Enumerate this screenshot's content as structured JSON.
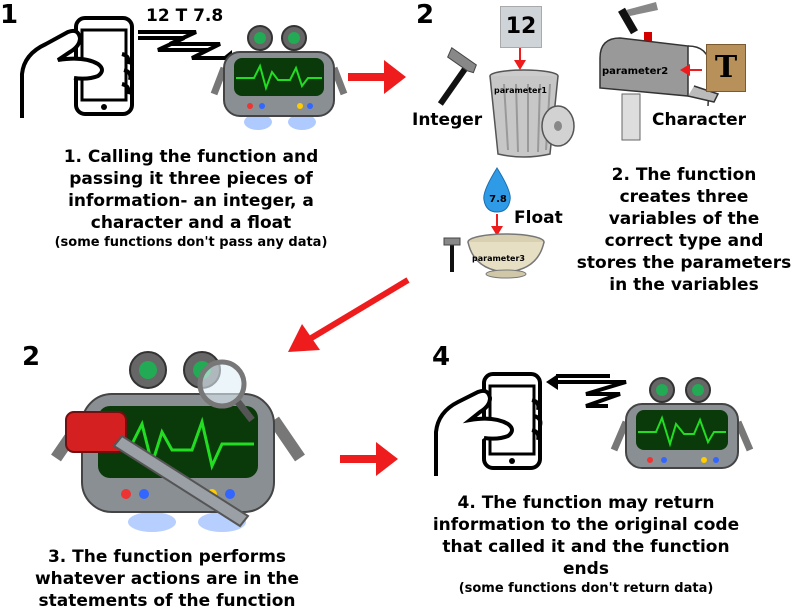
{
  "steps": {
    "one": {
      "number": "1",
      "passed_values": "12 T 7.8",
      "caption_lines": [
        "1. Calling the function and",
        "passing it three pieces of",
        "information- an integer, a",
        "character and a float"
      ],
      "note": "(some functions don't pass any data)"
    },
    "two": {
      "number": "2",
      "integer_value": "12",
      "integer_label": "Integer",
      "integer_param": "parameter1",
      "character_value": "T",
      "character_label": "Character",
      "character_param": "parameter2",
      "float_value": "7.8",
      "float_label": "Float",
      "float_param": "parameter3",
      "caption_lines": [
        "2. The function",
        "creates three",
        "variables of the",
        "correct type and",
        "stores the parameters",
        "in the variables"
      ]
    },
    "three": {
      "number": "2",
      "caption_lines": [
        "3. The function performs",
        "whatever actions are in the",
        "statements of the function"
      ]
    },
    "four": {
      "number": "4",
      "caption_lines": [
        "4. The function may return",
        "information to the original code",
        "that called it and the function",
        "ends"
      ],
      "note": "(some functions don't return data)"
    }
  },
  "colors": {
    "arrow": "#ee1c1c",
    "screen": "#0a3a0a",
    "wave": "#22dd22",
    "robot_body": "#8a8f94",
    "water": "#2f9be6"
  }
}
